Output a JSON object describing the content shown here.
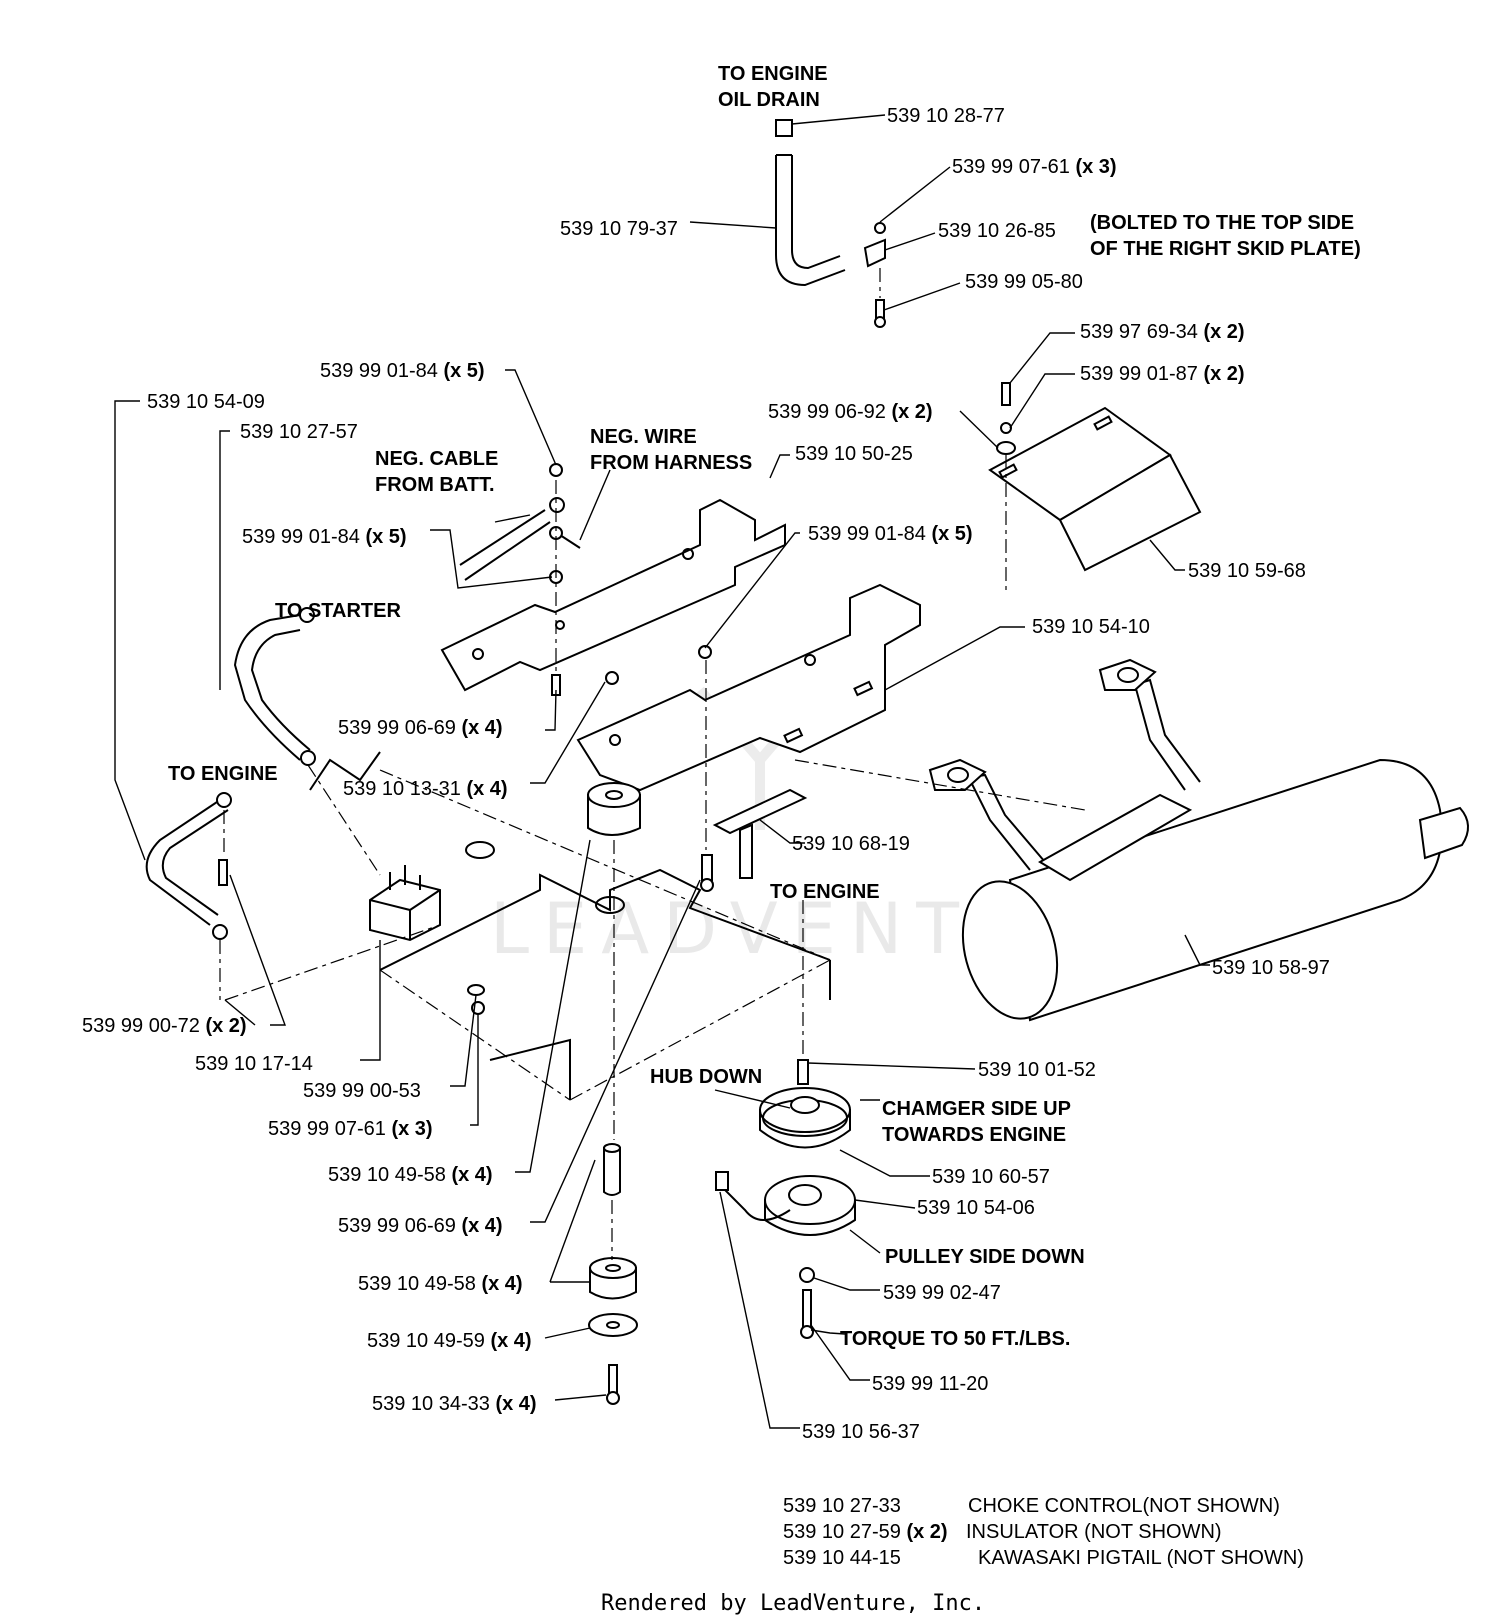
{
  "watermark": "LEADVENTURE",
  "footer": "Rendered by LeadVenture, Inc.",
  "labels": {
    "to_engine_oil_drain_1": "TO ENGINE",
    "to_engine_oil_drain_2": "OIL DRAIN",
    "bolted_1": "(BOLTED TO THE TOP SIDE",
    "bolted_2": "OF THE RIGHT SKID PLATE)",
    "neg_cable_1": "NEG. CABLE",
    "neg_cable_2": "FROM BATT.",
    "neg_wire_1": "NEG. WIRE",
    "neg_wire_2": "FROM HARNESS",
    "to_starter": "TO STARTER",
    "to_engine_left": "TO ENGINE",
    "to_engine_center": "TO ENGINE",
    "hub_down": "HUB DOWN",
    "chamger_1": "CHAMGER SIDE UP",
    "chamger_2": "TOWARDS ENGINE",
    "pulley_side_down": "PULLEY SIDE DOWN",
    "torque": "TORQUE TO 50 FT./LBS."
  },
  "callouts": [
    {
      "id": "p1",
      "part": "539 10 28-77",
      "qty": ""
    },
    {
      "id": "p2",
      "part": "539 99 07-61",
      "qty": "(x 3)"
    },
    {
      "id": "p3",
      "part": "539 10 79-37",
      "qty": ""
    },
    {
      "id": "p4",
      "part": "539 10 26-85",
      "qty": ""
    },
    {
      "id": "p5",
      "part": "539 99 05-80",
      "qty": ""
    },
    {
      "id": "p6",
      "part": "539 97 69-34",
      "qty": "(x 2)"
    },
    {
      "id": "p7",
      "part": "539 99 01-87",
      "qty": "(x 2)"
    },
    {
      "id": "p8",
      "part": "539 99 06-92",
      "qty": "(x 2)"
    },
    {
      "id": "p9",
      "part": "539 99 01-84",
      "qty": "(x 5)"
    },
    {
      "id": "p10",
      "part": "539 10 54-09",
      "qty": ""
    },
    {
      "id": "p11",
      "part": "539 10 27-57",
      "qty": ""
    },
    {
      "id": "p12",
      "part": "539 10 50-25",
      "qty": ""
    },
    {
      "id": "p13",
      "part": "539 99 01-84",
      "qty": "(x 5)"
    },
    {
      "id": "p14",
      "part": "539 99 01-84",
      "qty": "(x 5)"
    },
    {
      "id": "p15",
      "part": "539 10 59-68",
      "qty": ""
    },
    {
      "id": "p16",
      "part": "539 10 54-10",
      "qty": ""
    },
    {
      "id": "p17",
      "part": "539 99 06-69",
      "qty": "(x 4)"
    },
    {
      "id": "p18",
      "part": "539 10 13-31",
      "qty": "(x 4)"
    },
    {
      "id": "p19",
      "part": "539 10 68-19",
      "qty": ""
    },
    {
      "id": "p20",
      "part": "539 10 58-97",
      "qty": ""
    },
    {
      "id": "p21",
      "part": "539 99 00-72",
      "qty": "(x 2)"
    },
    {
      "id": "p22",
      "part": "539 10 17-14",
      "qty": ""
    },
    {
      "id": "p23",
      "part": "539 99 00-53",
      "qty": ""
    },
    {
      "id": "p24",
      "part": "539 99 07-61",
      "qty": "(x 3)"
    },
    {
      "id": "p25",
      "part": "539 10 01-52",
      "qty": ""
    },
    {
      "id": "p26",
      "part": "539 10 60-57",
      "qty": ""
    },
    {
      "id": "p27",
      "part": "539 10 54-06",
      "qty": ""
    },
    {
      "id": "p28",
      "part": "539 10 49-58",
      "qty": "(x 4)"
    },
    {
      "id": "p29",
      "part": "539 99 06-69",
      "qty": "(x 4)"
    },
    {
      "id": "p30",
      "part": "539 10 49-58",
      "qty": "(x 4)"
    },
    {
      "id": "p31",
      "part": "539 99 02-47",
      "qty": ""
    },
    {
      "id": "p32",
      "part": "539 10 49-59",
      "qty": "(x 4)"
    },
    {
      "id": "p33",
      "part": "539 99 11-20",
      "qty": ""
    },
    {
      "id": "p34",
      "part": "539 10 34-33",
      "qty": "(x 4)"
    },
    {
      "id": "p35",
      "part": "539 10 56-37",
      "qty": ""
    }
  ],
  "notes": [
    {
      "part": "539 10 27-33",
      "qty": "",
      "desc": "CHOKE CONTROL(NOT SHOWN)"
    },
    {
      "part": "539 10 27-59",
      "qty": "(x 2)",
      "desc": "INSULATOR (NOT SHOWN)"
    },
    {
      "part": "539 10 44-15",
      "qty": "",
      "desc": "KAWASAKI PIGTAIL (NOT SHOWN)"
    }
  ]
}
